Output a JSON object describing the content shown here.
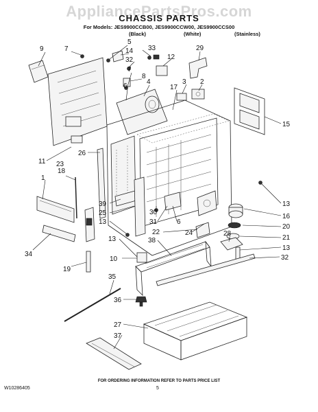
{
  "header": {
    "watermark": "AppliancePartsPros.com",
    "title": "CHASSIS PARTS",
    "models_line": "For Models: JES9900CCB00, JES9900CCW00, JES9900CCS00",
    "variants": [
      "(Black)",
      "(White)",
      "(Stainless)"
    ]
  },
  "footer": {
    "note": "FOR ORDERING INFORMATION REFER TO PARTS PRICE LIST",
    "doc_id": "W10286405",
    "page": "5"
  },
  "callouts": [
    "9",
    "7",
    "5",
    "14",
    "33",
    "29",
    "32",
    "12",
    "8",
    "7",
    "6",
    "4",
    "17",
    "3",
    "2",
    "15",
    "11",
    "26",
    "23",
    "18",
    "1",
    "13",
    "39",
    "25",
    "30",
    "16",
    "13",
    "31",
    "6",
    "20",
    "22",
    "24",
    "21",
    "28",
    "13",
    "34",
    "19",
    "13",
    "38",
    "10",
    "32",
    "35",
    "36",
    "27",
    "37"
  ]
}
